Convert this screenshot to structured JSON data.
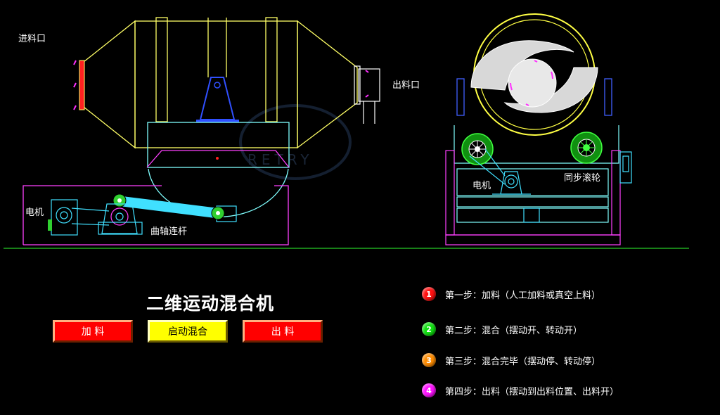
{
  "labels": {
    "inlet": "进料口",
    "outlet": "出料口",
    "motor_left": "电机",
    "crank": "曲轴连杆",
    "motor_right": "电机",
    "sync_wheel": "同步滚轮",
    "watermark": "RETRY"
  },
  "title": "二维运动混合机",
  "buttons": {
    "feed": "加 料",
    "start": "启动混合",
    "discharge": "出 料"
  },
  "steps": [
    {
      "num": "1",
      "text": "第一步：加料（人工加料或真空上料）",
      "color": "#ff1010"
    },
    {
      "num": "2",
      "text": "第二步：混合（摆动开、转动开）",
      "color": "#10e010"
    },
    {
      "num": "3",
      "text": "第三步：混合完毕（摆动停、转动停）",
      "color": "#ff8c00"
    },
    {
      "num": "4",
      "text": "第四步：出料（摆动到出料位置、出料开）",
      "color": "#ff10ff"
    }
  ]
}
